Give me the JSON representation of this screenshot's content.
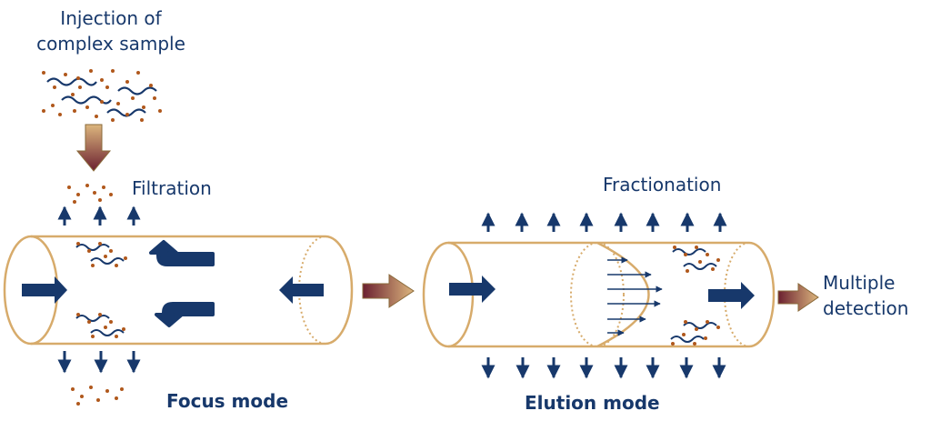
{
  "labels": {
    "injection_line1": "Injection of",
    "injection_line2": "complex sample",
    "filtration": "Filtration",
    "fractionation": "Fractionation",
    "multiple_line1": "Multiple",
    "multiple_line2": "detection",
    "focus_mode": "Focus mode",
    "elution_mode": "Elution mode"
  },
  "colors": {
    "navy": "#17386b",
    "tube_outline": "#d7ab6b",
    "particle": "#b0581c",
    "gradient_arrow_light": "#d9b27a",
    "gradient_arrow_dark": "#6b2030"
  }
}
